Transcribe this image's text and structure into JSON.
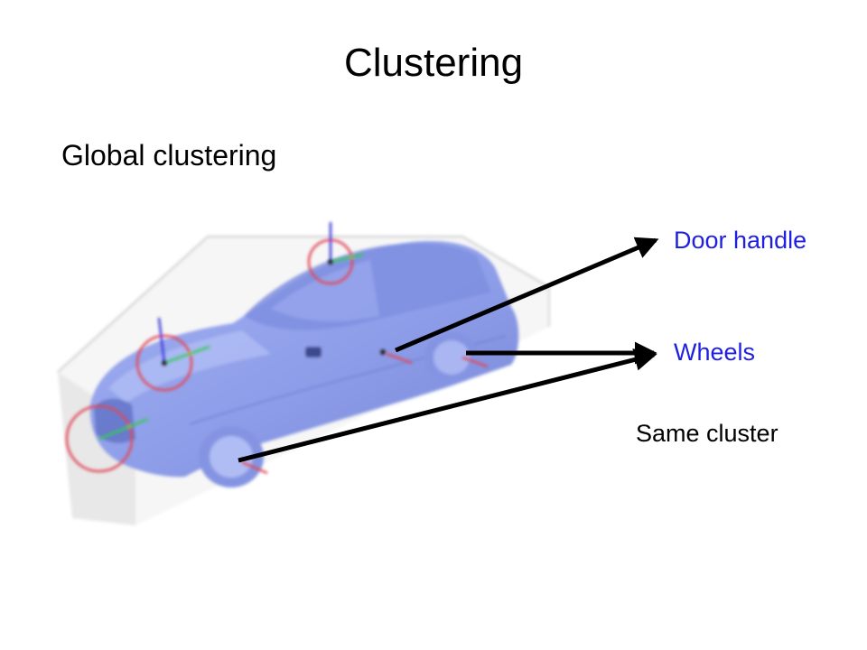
{
  "slide": {
    "title": "Clustering",
    "subtitle": "Global clustering",
    "labels": {
      "door_handle": "Door handle",
      "wheels": "Wheels",
      "same_cluster": "Same cluster"
    },
    "colors": {
      "label_accent": "#1f1fe0",
      "car_body": "#8c9cec",
      "feature_circle": "#e0485a",
      "arrow": "#000000"
    }
  }
}
